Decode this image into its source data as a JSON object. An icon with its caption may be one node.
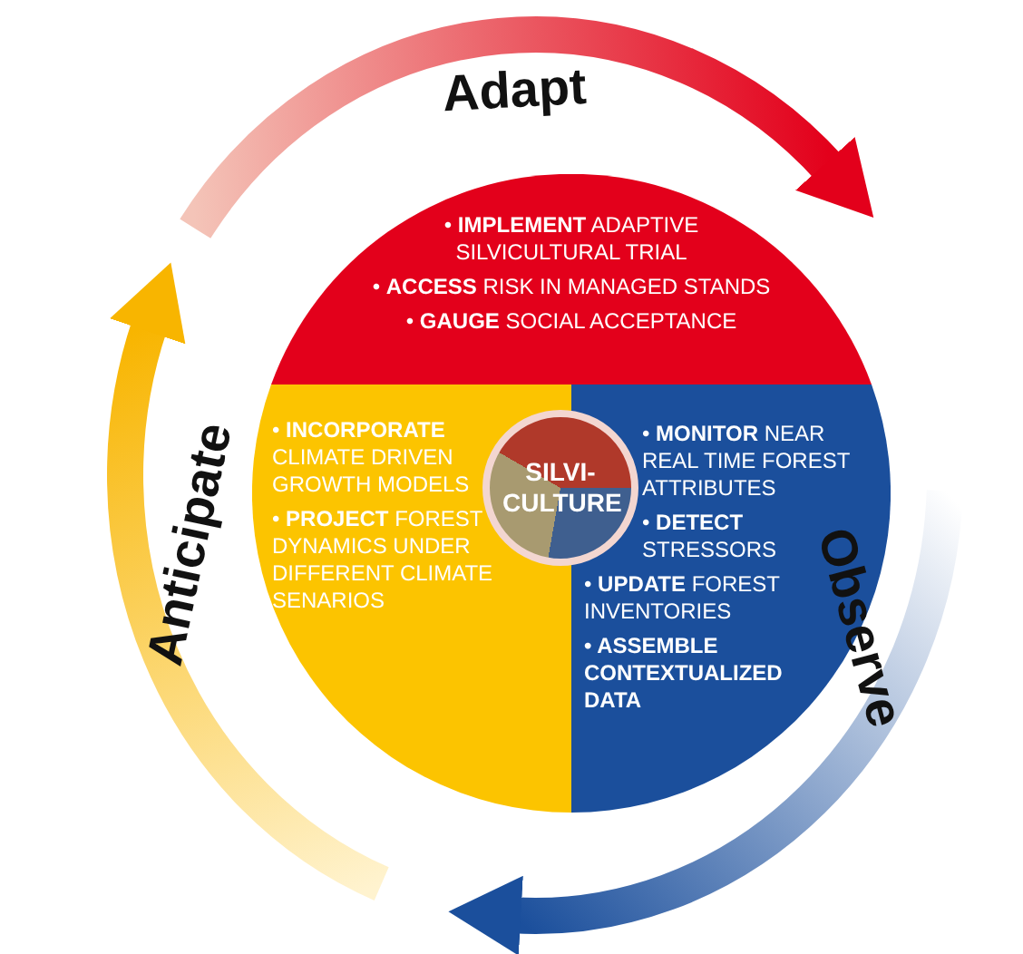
{
  "diagram": {
    "nodes": [
      {
        "text": [
          "• **IMPLEMENT** ADAPTIVE SILVICULTURAL TRIAL",
          "• **ACCESS** RISK IN MANAGED STANDS",
          "• **GAUGE** SOCIAL ACCEPTANCE"
        ]
      },
      {
        "text": [
          "• **INCORPORATE** CLIMATE DRIVEN GROWTH MODELS",
          "• **PROJECT** FOREST DYNAMICS UNDER DIFFERENT CLIMATE SENARIOS"
        ]
      },
      {
        "text": [
          "• **MONITOR** NEAR REAL TIME FOREST ATTRIBUTES",
          "• **DETECT** STRESSORS",
          "• **UPDATE** FOREST INVENTORIES",
          "• ASSEMBLE CONTEXTUALIZED DATA"
        ]
      },
      {
        "text": [
          "SILVI-CULTURE"
        ]
      }
    ],
    "edges": [],
    "labels": [
      "Adapt",
      "Observe",
      "Anticipate"
    ]
  }
}
